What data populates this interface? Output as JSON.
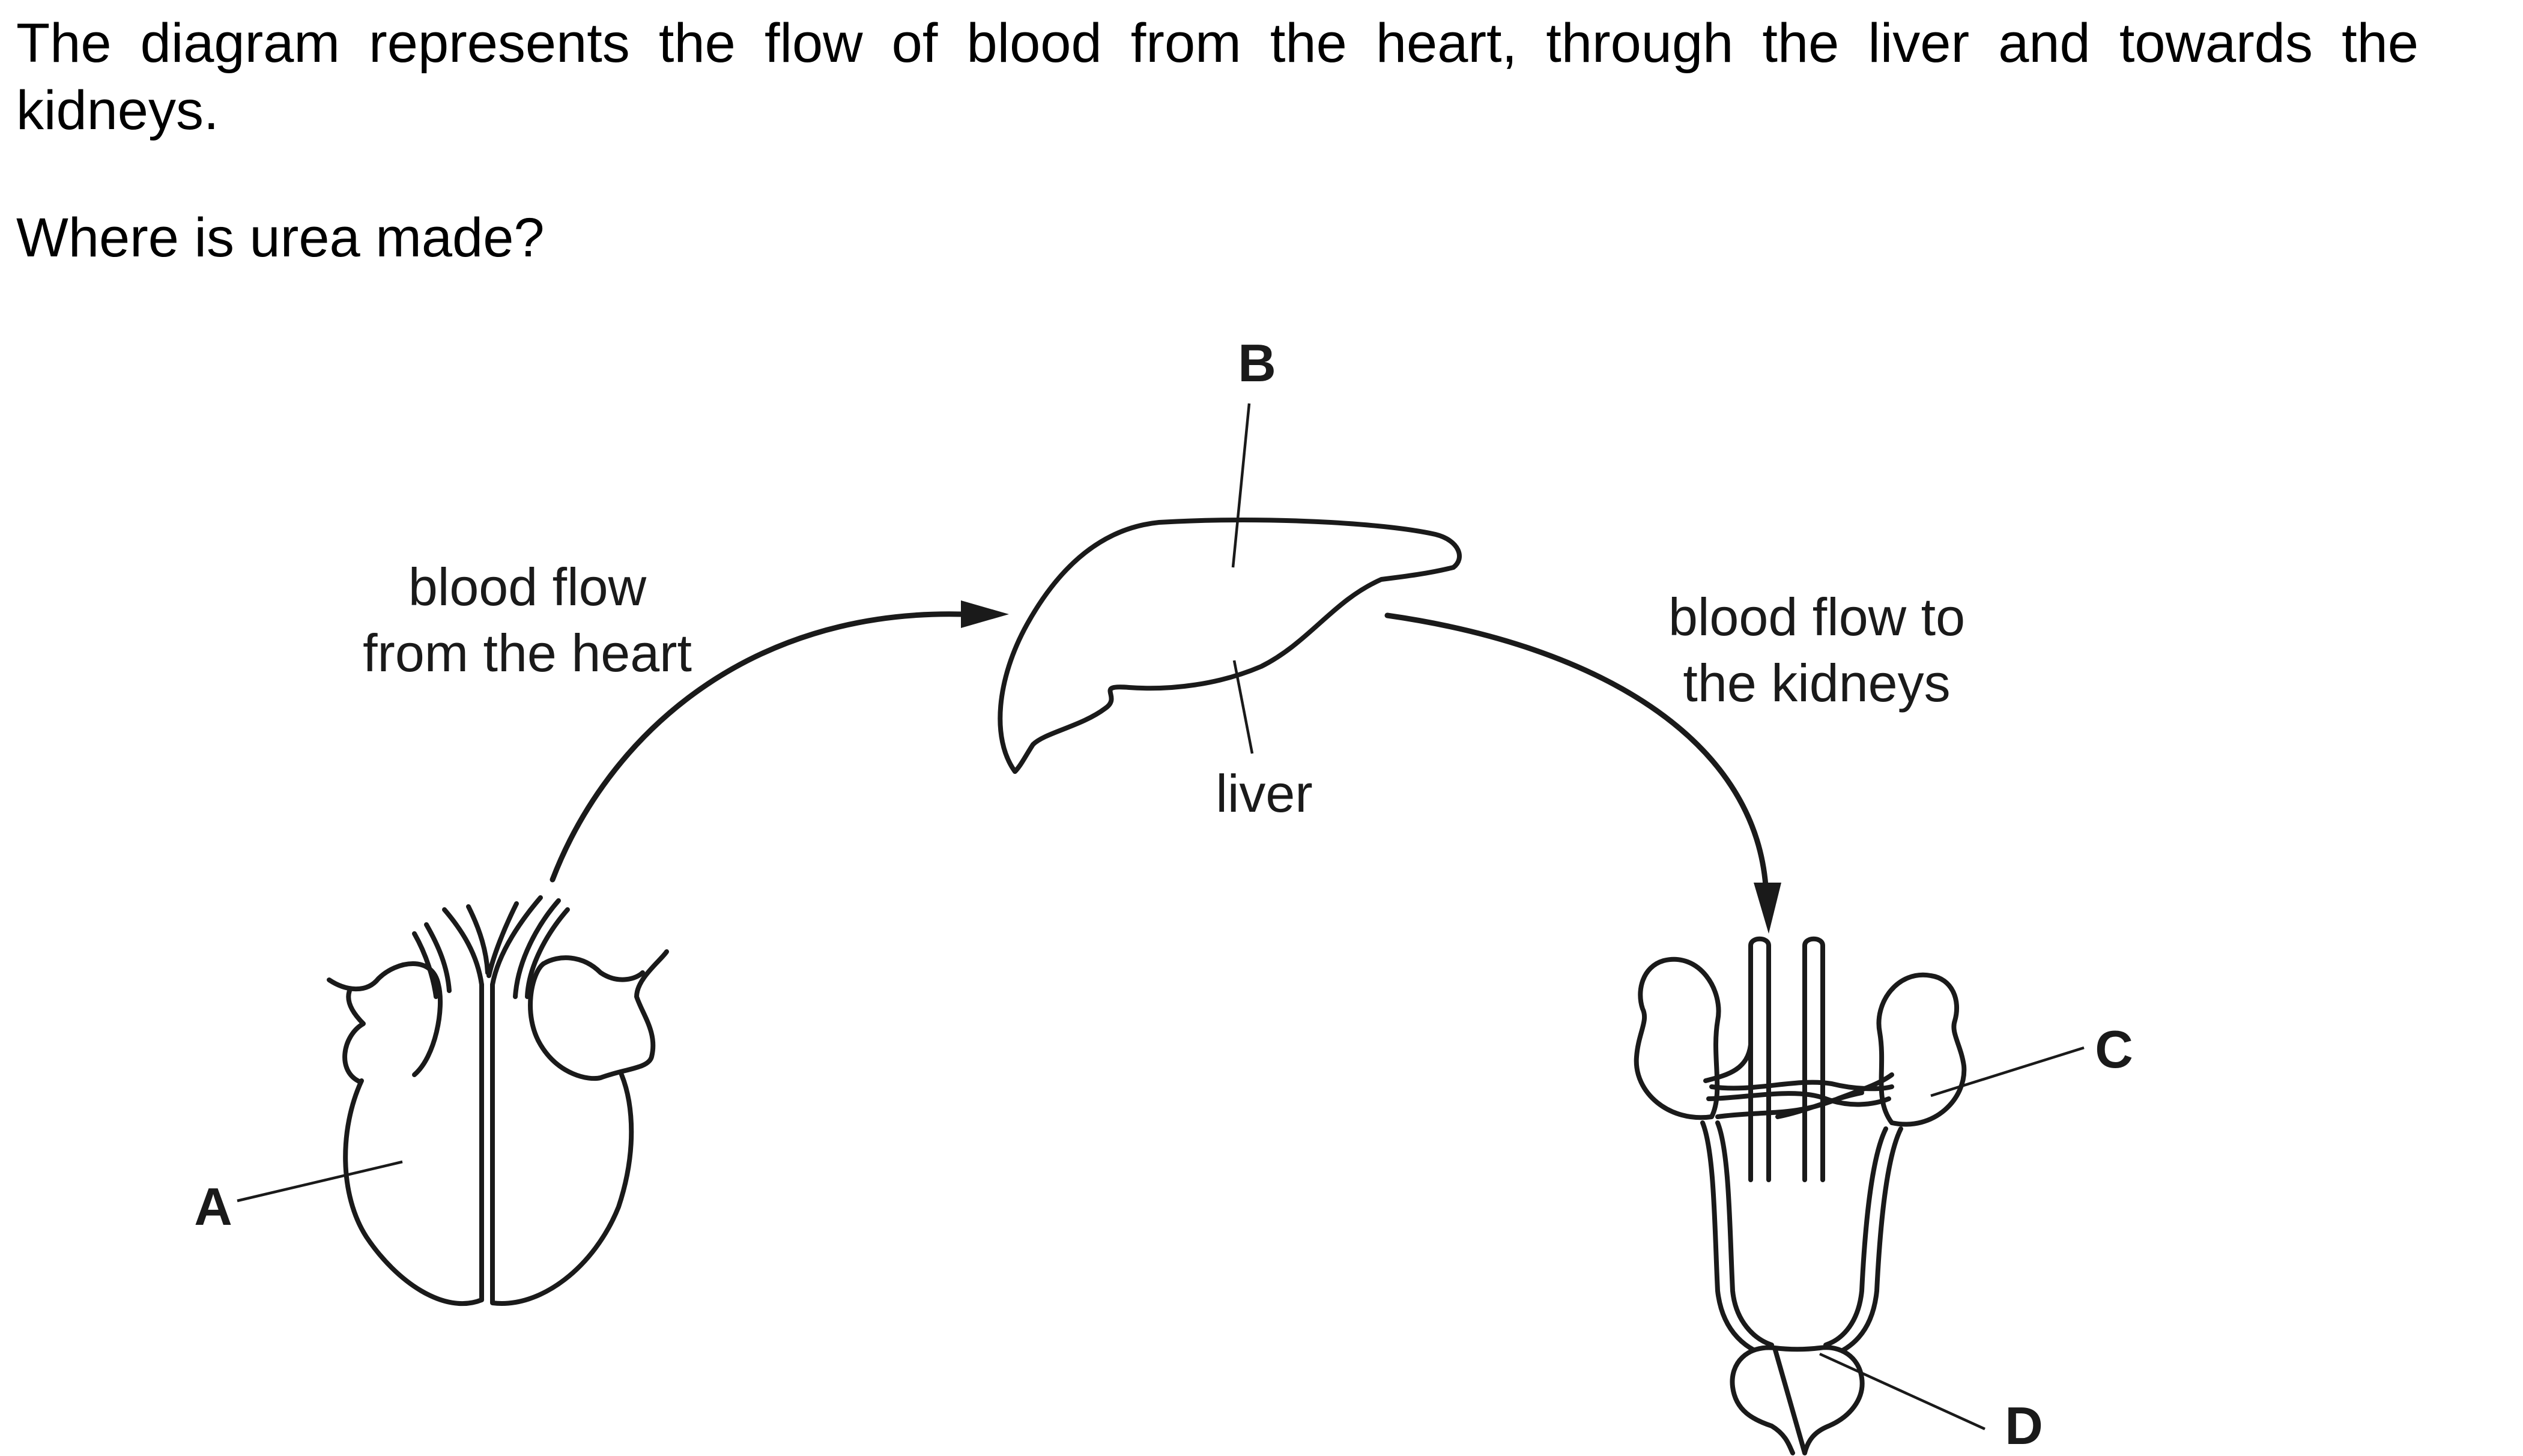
{
  "question": {
    "intro": "The diagram represents the flow of blood from the heart, through the liver and towards the kidneys.",
    "prompt": "Where is urea made?"
  },
  "diagram": {
    "labels": {
      "flow_from_heart_line1": "blood flow",
      "flow_from_heart_line2": "from the heart",
      "flow_to_kidneys_line1": "blood flow to",
      "flow_to_kidneys_line2": "the kidneys",
      "liver": "liver"
    },
    "letters": {
      "a": "A",
      "b": "B",
      "c": "C",
      "d": "D"
    }
  }
}
